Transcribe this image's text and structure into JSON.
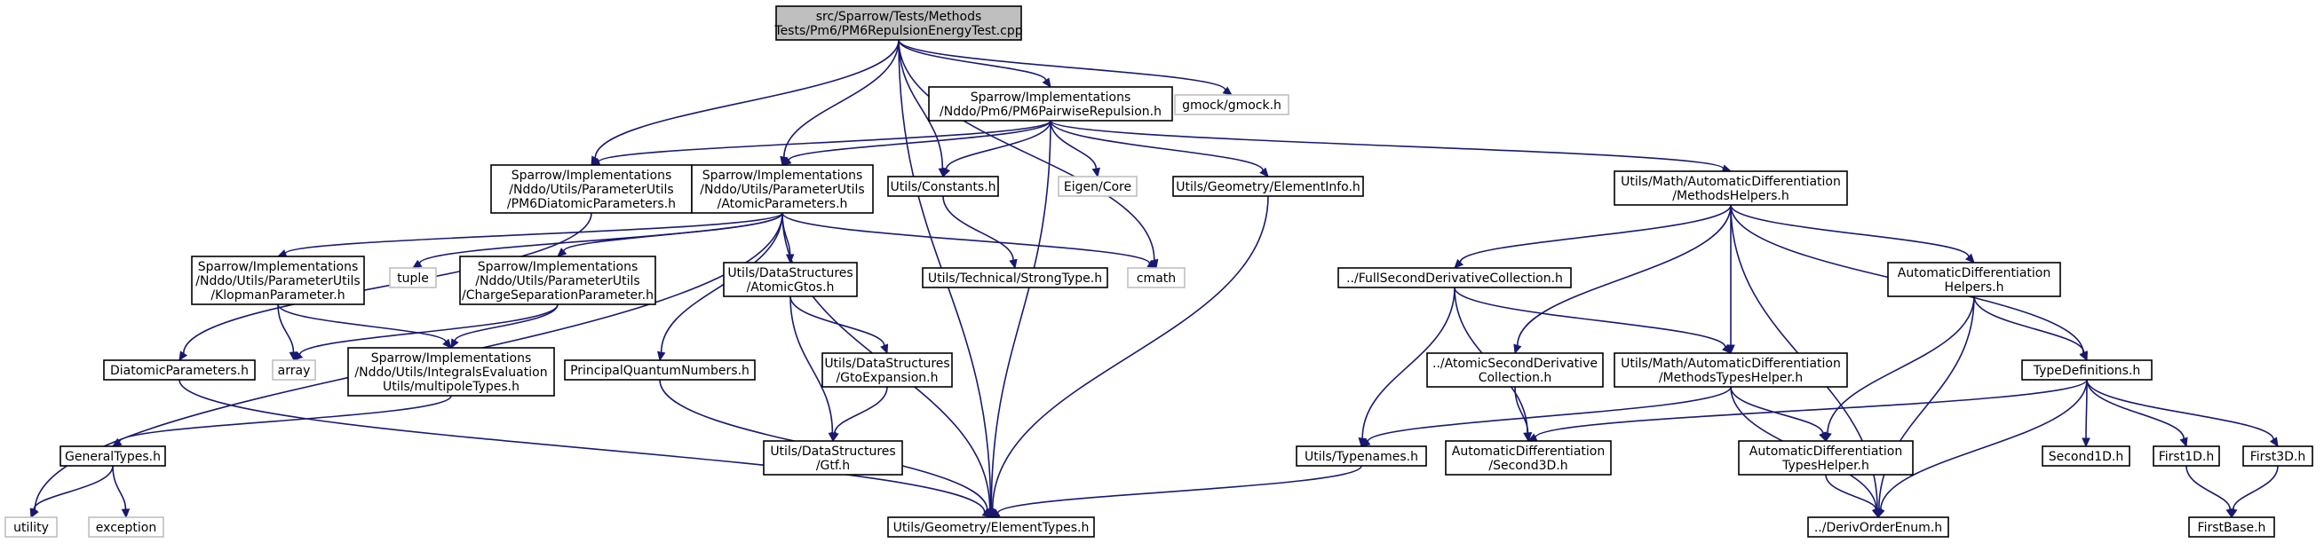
{
  "colors": {
    "edge": "#191970",
    "root_fill": "#bfbfbf",
    "ext_border": "#bfbfbf",
    "node_border": "#000000"
  },
  "nodes": {
    "root": [
      "src/Sparrow/Tests/Methods",
      "Tests/Pm6/PM6RepulsionEnergyTest.cpp"
    ],
    "pairwise": [
      "Sparrow/Implementations",
      "/Nddo/Pm6/PM6PairwiseRepulsion.h"
    ],
    "gmock": [
      "gmock/gmock.h"
    ],
    "pm6diat": [
      "Sparrow/Implementations",
      "/Nddo/Utils/ParameterUtils",
      "/PM6DiatomicParameters.h"
    ],
    "atomicparams": [
      "Sparrow/Implementations",
      "/Nddo/Utils/ParameterUtils",
      "/AtomicParameters.h"
    ],
    "constants": [
      "Utils/Constants.h"
    ],
    "eigen": [
      "Eigen/Core"
    ],
    "elementinfo": [
      "Utils/Geometry/ElementInfo.h"
    ],
    "methodshelpers": [
      "Utils/Math/AutomaticDifferentiation",
      "/MethodsHelpers.h"
    ],
    "strongtype": [
      "Utils/Technical/StrongType.h"
    ],
    "tuple": [
      "tuple"
    ],
    "cmath": [
      "cmath"
    ],
    "klopman": [
      "Sparrow/Implementations",
      "/Nddo/Utils/ParameterUtils",
      "/KlopmanParameter.h"
    ],
    "chargesep": [
      "Sparrow/Implementations",
      "/Nddo/Utils/ParameterUtils",
      "/ChargeSeparationParameter.h"
    ],
    "atomicgtos": [
      "Utils/DataStructures",
      "/AtomicGtos.h"
    ],
    "fullsecond": [
      "../FullSecondDerivativeCollection.h"
    ],
    "adhelpers": [
      "AutomaticDifferentiation",
      "Helpers.h"
    ],
    "array": [
      "array"
    ],
    "multipole": [
      "Sparrow/Implementations",
      "/Nddo/Utils/IntegralsEvaluation",
      "Utils/multipoleTypes.h"
    ],
    "diatomic": [
      "DiatomicParameters.h"
    ],
    "principal": [
      "PrincipalQuantumNumbers.h"
    ],
    "gtoexp": [
      "Utils/DataStructures",
      "/GtoExpansion.h"
    ],
    "atomicsecond": [
      "../AtomicSecondDerivative",
      "Collection.h"
    ],
    "methodstypes": [
      "Utils/Math/AutomaticDifferentiation",
      "/MethodsTypesHelper.h"
    ],
    "typedefs": [
      "TypeDefinitions.h"
    ],
    "generaltypes": [
      "GeneralTypes.h"
    ],
    "gtf": [
      "Utils/DataStructures",
      "/Gtf.h"
    ],
    "typenames": [
      "Utils/Typenames.h"
    ],
    "second3d": [
      "AutomaticDifferentiation",
      "/Second3D.h"
    ],
    "adtypeshelper": [
      "AutomaticDifferentiation",
      "TypesHelper.h"
    ],
    "second1d": [
      "Second1D.h"
    ],
    "first1d": [
      "First1D.h"
    ],
    "first3d": [
      "First3D.h"
    ],
    "utility": [
      "utility"
    ],
    "exception": [
      "exception"
    ],
    "elementtypes": [
      "Utils/Geometry/ElementTypes.h"
    ],
    "derivorder": [
      "../DerivOrderEnum.h"
    ],
    "firstbase": [
      "FirstBase.h"
    ]
  }
}
